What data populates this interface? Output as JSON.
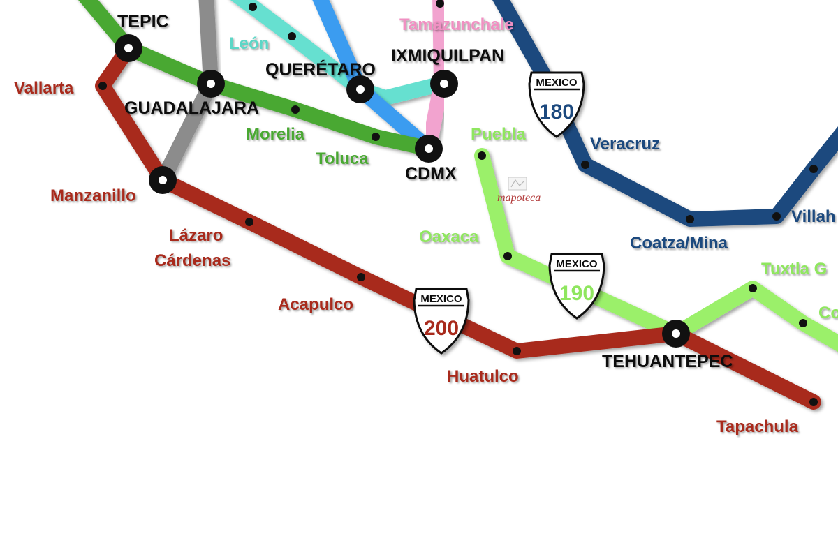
{
  "colors": {
    "route_200": "#a82a1c",
    "route_190": "#9bf06a",
    "route_180": "#1d4a7e",
    "route_15": "#4aa833",
    "route_gray": "#8c8c8c",
    "route_cyan": "#66e0d0",
    "route_blue": "#3a9cf0",
    "route_pink": "#f2a3cf",
    "label_200": "#a82a1c",
    "label_190": "#8fe65e",
    "label_180": "#1d4a7e",
    "label_15": "#4aa833",
    "label_cyan": "#5dd6c6",
    "label_pink": "#f090c2"
  },
  "hubs": {
    "tepic": "TEPIC",
    "guadalajara": "GUADALAJARA",
    "queretaro": "QUERÉTARO",
    "ixmiquilpan": "IXMIQUILPAN",
    "cdmx": "CDMX",
    "tehuantepec": "TEHUANTEPEC"
  },
  "cities": {
    "vallarta": "Vallarta",
    "manzanillo": "Manzanillo",
    "lazaro_line1": "Lázaro",
    "lazaro_line2": "Cárdenas",
    "acapulco": "Acapulco",
    "huatulco": "Huatulco",
    "tapachula": "Tapachula",
    "morelia": "Morelia",
    "toluca": "Toluca",
    "leon": "León",
    "tamazunchale": "Tamazunchale",
    "puebla": "Puebla",
    "oaxaca": "Oaxaca",
    "tuxtla": "Tuxtla G",
    "veracruz": "Veracruz",
    "coatza": "Coatza/Mina",
    "villahermosa": "Villah",
    "comitan": "Co"
  },
  "shields": {
    "country": "MEXICO",
    "route_180": "180",
    "route_190": "190",
    "route_200": "200"
  },
  "watermark": "mapoteca"
}
